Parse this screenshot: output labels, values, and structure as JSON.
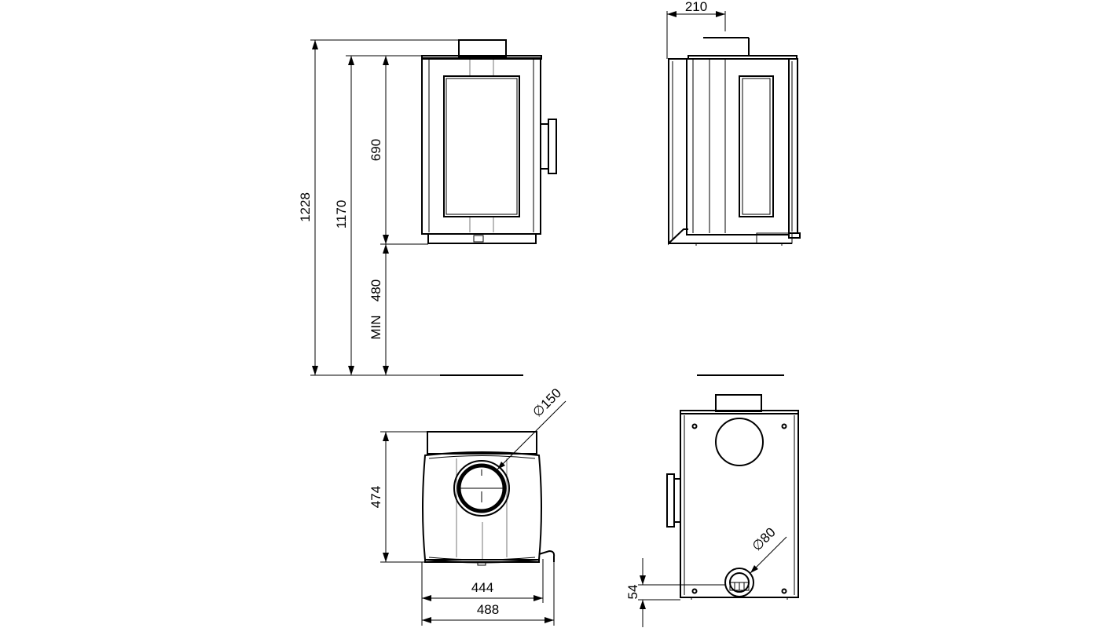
{
  "dimensions": {
    "total_height": "1228",
    "flue_height": "1170",
    "body_height": "690",
    "min_prefix": "MIN",
    "min_height": "480",
    "top_offset": "210",
    "flue_diameter": "∅150",
    "depth": "474",
    "inner_width": "444",
    "outer_width": "488",
    "air_diameter": "∅80",
    "air_height": "54"
  }
}
